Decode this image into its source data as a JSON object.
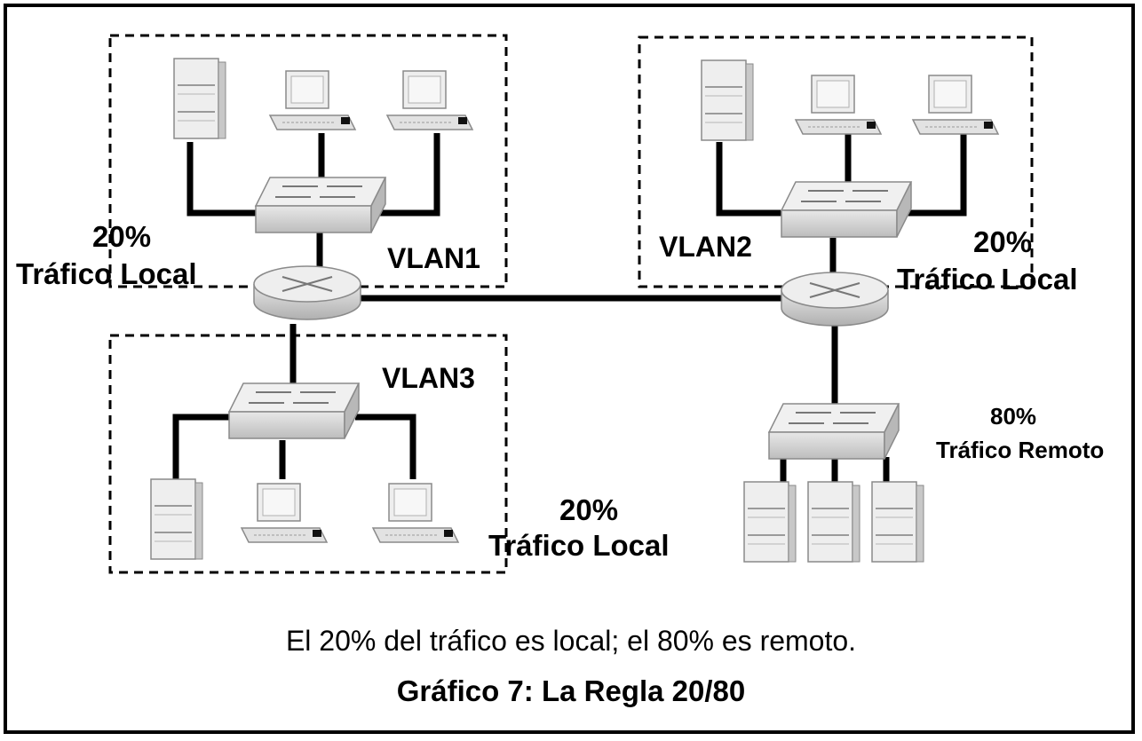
{
  "vlans": [
    {
      "name": "VLAN1"
    },
    {
      "name": "VLAN2"
    },
    {
      "name": "VLAN3"
    }
  ],
  "traffic_labels": {
    "vlan1": {
      "percent": "20%",
      "text": "Tráfico Local"
    },
    "vlan2": {
      "percent": "20%",
      "text": "Tráfico Local"
    },
    "vlan3": {
      "percent": "20%",
      "text": "Tráfico Local"
    },
    "remote": {
      "percent": "80%",
      "text": "Tráfico Remoto"
    }
  },
  "caption": {
    "line1": "El 20% del tráfico es local; el 80% es remoto.",
    "line2": "Gráfico 7: La Regla 20/80"
  },
  "colors": {
    "device_fill": "#dcdcdc",
    "device_dark": "#a8a8a8",
    "link": "#000000"
  }
}
